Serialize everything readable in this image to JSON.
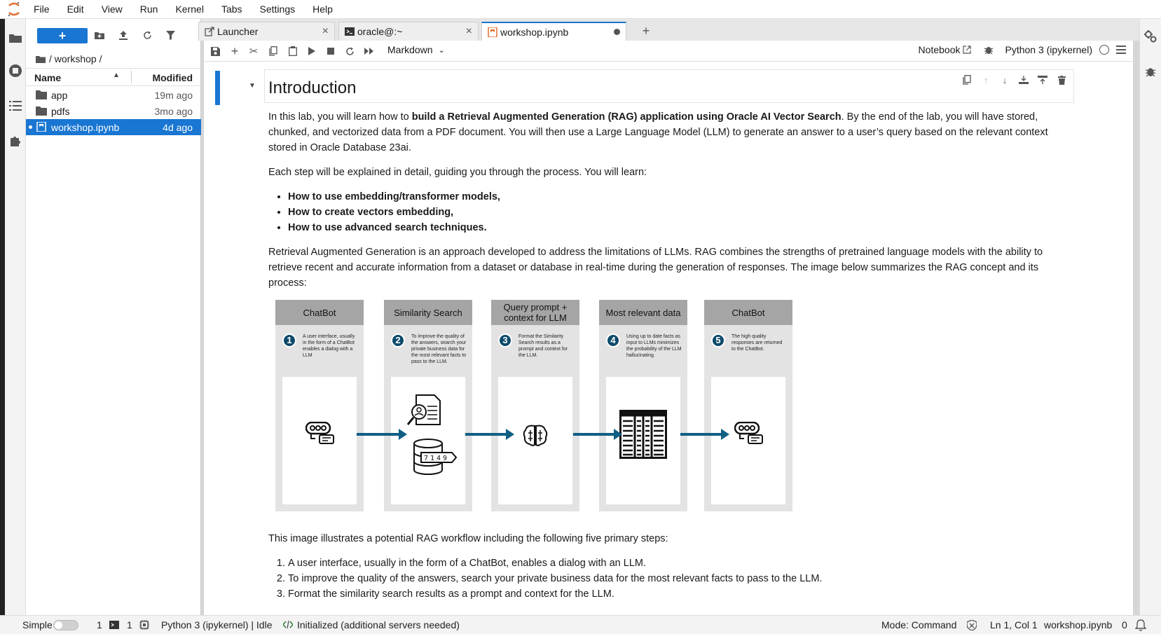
{
  "menubar": {
    "items": [
      "File",
      "Edit",
      "View",
      "Run",
      "Kernel",
      "Tabs",
      "Settings",
      "Help"
    ]
  },
  "filebrowser": {
    "new_label": "+",
    "breadcrumb": "/ workshop /",
    "col_name": "Name",
    "col_modified": "Modified",
    "rows": [
      {
        "name": "app",
        "modified": "19m ago",
        "type": "folder"
      },
      {
        "name": "pdfs",
        "modified": "3mo ago",
        "type": "folder"
      },
      {
        "name": "workshop.ipynb",
        "modified": "4d ago",
        "type": "notebook",
        "selected": true
      }
    ]
  },
  "tabs": [
    {
      "label": "Launcher",
      "icon": "launcher-icon"
    },
    {
      "label": "oracle@:~",
      "icon": "terminal-icon"
    },
    {
      "label": "workshop.ipynb",
      "icon": "notebook-icon",
      "active": true,
      "dirty": true
    }
  ],
  "toolbar": {
    "cell_type": "Markdown",
    "notebook_label": "Notebook",
    "kernel_label": "Python 3 (ipykernel)"
  },
  "notebook": {
    "heading": "Introduction",
    "p1_pre": "In this lab, you will learn how to ",
    "p1_bold": "build a Retrieval Augmented Generation (RAG) application using Oracle AI Vector Search",
    "p1_post": ". By the end of the lab, you will have stored, chunked, and vectorized data from a PDF document. You will then use a Large Language Model (LLM) to generate an answer to a user’s query based on the relevant context stored in Oracle Database 23ai.",
    "p2": "Each step will be explained in detail, guiding you through the process. You will learn:",
    "bullets": [
      "How to use embedding/transformer models,",
      "How to create vectors embedding,",
      "How to use advanced search techniques."
    ],
    "p3": "Retrieval Augmented Generation is an approach developed to address the limitations of LLMs. RAG combines the strengths of pretrained language models with the ability to retrieve recent and accurate information from a dataset or database in real-time during the generation of responses. The image below summarizes the RAG concept and its process:",
    "p4": "This image illustrates a potential RAG workflow including the following five primary steps:",
    "steps": [
      "A user interface, usually in the form of a ChatBot, enables a dialog with an LLM.",
      "To improve the quality of the answers, search your private business data for the most relevant facts to pass to the LLM.",
      "Format the similarity search results as a prompt and context for the LLM."
    ]
  },
  "diagram": {
    "columns": [
      {
        "num": "1",
        "title": "ChatBot",
        "desc": "A user interface, usually in the form of a ChatBot enables a dialog with a LLM",
        "icon": "chatbot-icon"
      },
      {
        "num": "2",
        "title": "Similarity Search",
        "desc": "To improve the quality of the answers, search your private business data for the most relevant facts to pass to the LLM.",
        "icon": "search-database-icon",
        "db_text": "7149"
      },
      {
        "num": "3",
        "title": "Query prompt + context for LLM",
        "desc": "Format the Similarity Search results as a prompt and context for the LLM.",
        "icon": "brain-icon"
      },
      {
        "num": "4",
        "title": "Most relevant data",
        "desc": "Using up to date facts as input to LLMs minimizes the probability of the LLM hallucinating.",
        "icon": "table-icon"
      },
      {
        "num": "5",
        "title": "ChatBot",
        "desc": "The high quality responses are returned to the ChatBot.",
        "icon": "chatbot-icon"
      }
    ]
  },
  "statusbar": {
    "mode_label": "Simple",
    "terminals_count": "1",
    "kernels_count": "1",
    "kernel_status": "Python 3 (ipykernel) | Idle",
    "lsp_status": "Initialized (additional servers needed)",
    "mode": "Mode: Command",
    "cursor": "Ln 1, Col 1",
    "filename": "workshop.ipynb",
    "notifications": "0"
  },
  "colors": {
    "accent": "#1976d2",
    "diagram_arrow": "#0f5f85",
    "diagram_badge": "#0d4a6b"
  }
}
